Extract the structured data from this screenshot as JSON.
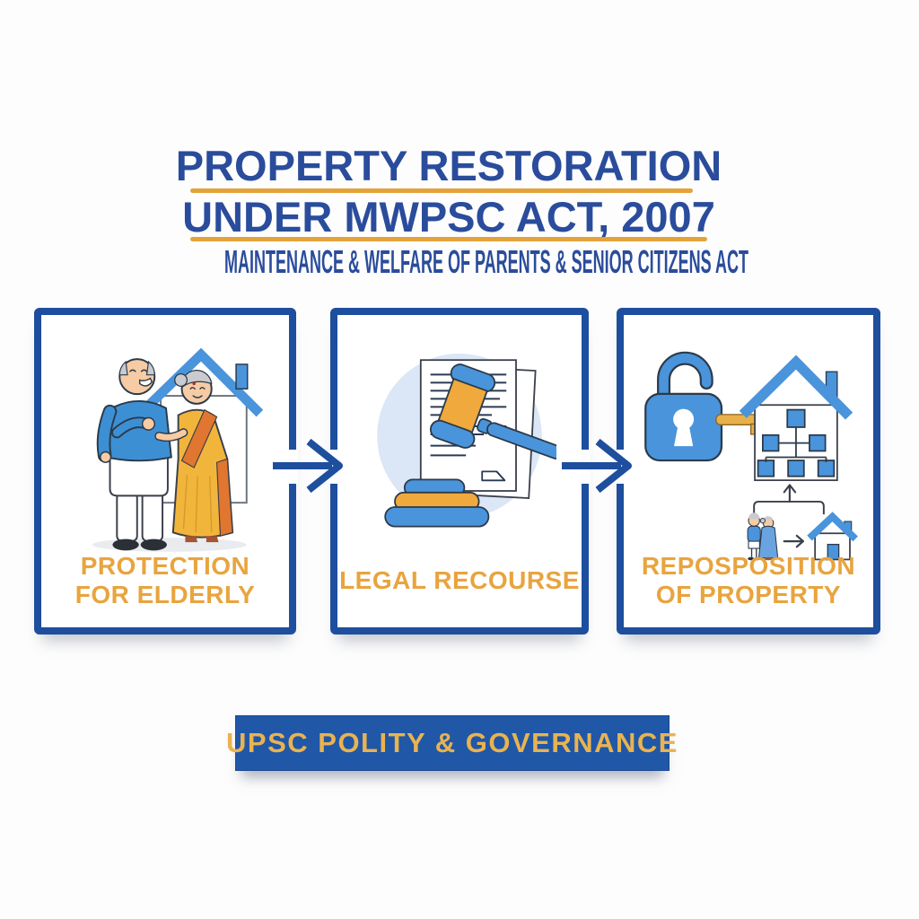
{
  "header": {
    "title_line1": "PROPERTY RESTORATION",
    "title_line2": "UNDER MWPSC ACT, 2007",
    "subtitle": "MAINTENANCE & WELFARE OF PARENTS & SENIOR CITIZENS ACT"
  },
  "cards": [
    {
      "label_line1": "PROTECTION",
      "label_line2": "FOR ELDERLY",
      "icon": "elderly-couple-house-illustration"
    },
    {
      "label_line1": "LEGAL RECOURSE",
      "label_line2": "",
      "icon": "gavel-documents-illustration"
    },
    {
      "label_line1": "REPOSPOSITION",
      "label_line2": "OF PROPERTY",
      "icon": "unlocked-padlock-key-house-illustration"
    }
  ],
  "flow": {
    "arrow_icon": "right-arrow-icon",
    "arrow_count": 2
  },
  "footer": {
    "banner_label": "UPSC POLITY & GOVERNANCE"
  },
  "colors": {
    "title_blue": "#2A4C9C",
    "accent_gold_underline": "#E3A33B",
    "card_border_blue": "#1E4E9E",
    "card_label_orange": "#E8A43E",
    "banner_bg_blue": "#2057A7",
    "banner_text_gold": "#E9B350",
    "illustration_blue": "#4A94DB",
    "illustration_yellow": "#F0A93C",
    "saree_gold": "#F2B53C",
    "saree_border_orange": "#E0762F",
    "light_circle_blue": "#DBE6F6"
  }
}
